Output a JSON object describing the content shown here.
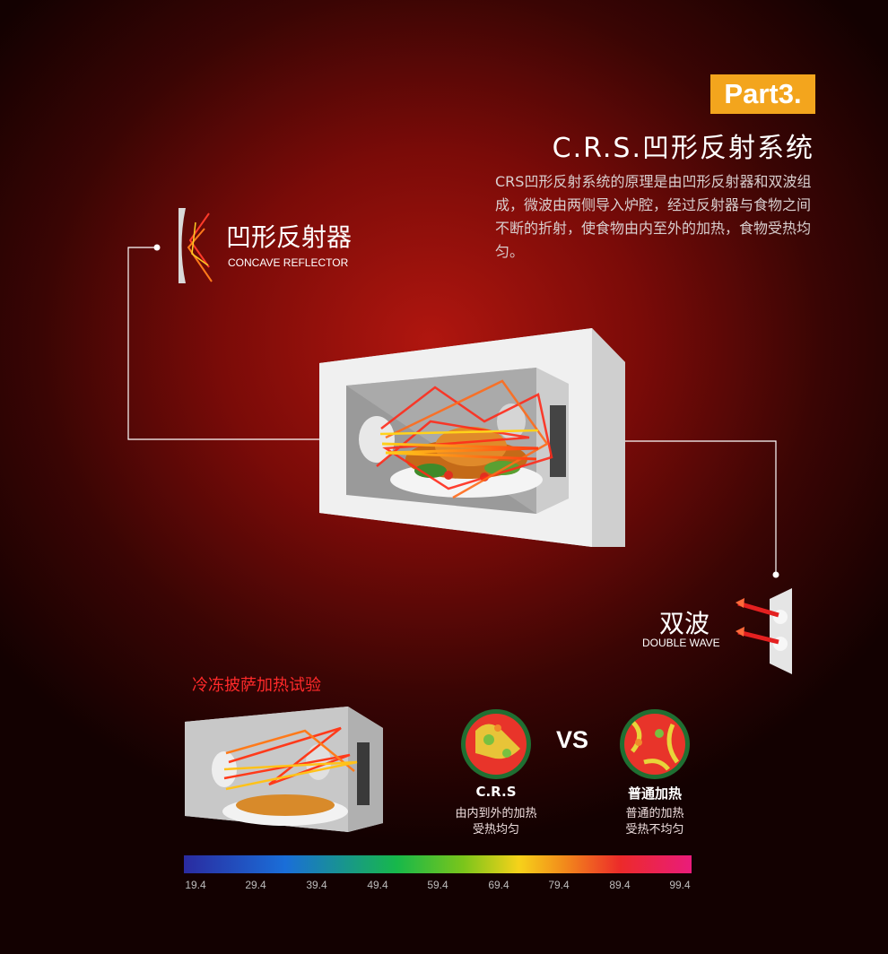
{
  "header": {
    "badge": "Part3.",
    "title": "C.R.S.凹形反射系统",
    "description": "CRS凹形反射系统的原理是由凹形反射器和双波组成，微波由两侧导入炉腔，经过反射器与食物之间不断的折射，使食物由内至外的加热，食物受热均匀。"
  },
  "reflector": {
    "label_zh": "凹形反射器",
    "label_en": "CONCAVE REFLECTOR"
  },
  "double_wave": {
    "label_zh": "双波",
    "label_en": "DOUBLE WAVE"
  },
  "experiment": {
    "title": "冷冻披萨加热试验",
    "vs": "VS",
    "left": {
      "name": "C.R.S",
      "desc_line1": "由内到外的加热",
      "desc_line2": "受热均匀"
    },
    "right": {
      "name": "普通加热",
      "desc_line1": "普通的加热",
      "desc_line2": "受热不均匀"
    }
  },
  "scale": {
    "ticks": [
      "19.4",
      "29.4",
      "39.4",
      "49.4",
      "59.4",
      "69.4",
      "79.4",
      "89.4",
      "99.4"
    ]
  },
  "colors": {
    "accent": "#f3a51d",
    "experiment_title": "#ff2a2a",
    "background": "#7a0b08"
  }
}
